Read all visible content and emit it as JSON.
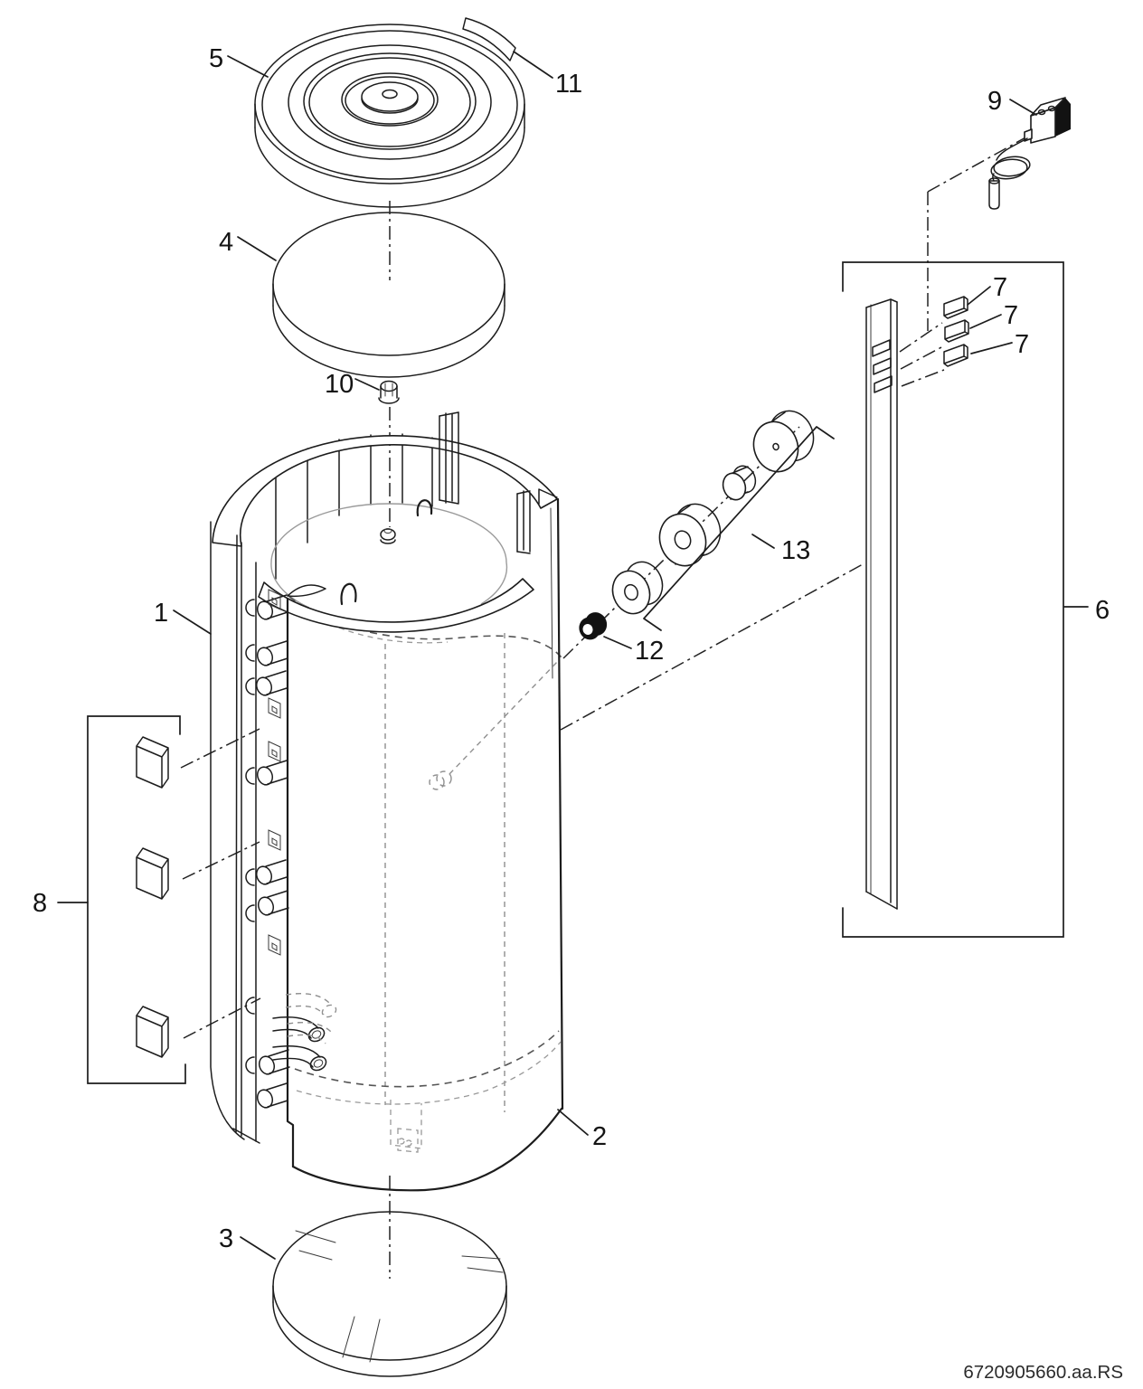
{
  "document": {
    "drawing_code": "6720905660.aa.RS"
  },
  "callouts": {
    "c1": "1",
    "c2": "2",
    "c3": "3",
    "c4": "4",
    "c5": "5",
    "c6": "6",
    "c7a": "7",
    "c7b": "7",
    "c7c": "7",
    "c8": "8",
    "c9": "9",
    "c10": "10",
    "c11": "11",
    "c12": "12",
    "c13": "13"
  }
}
